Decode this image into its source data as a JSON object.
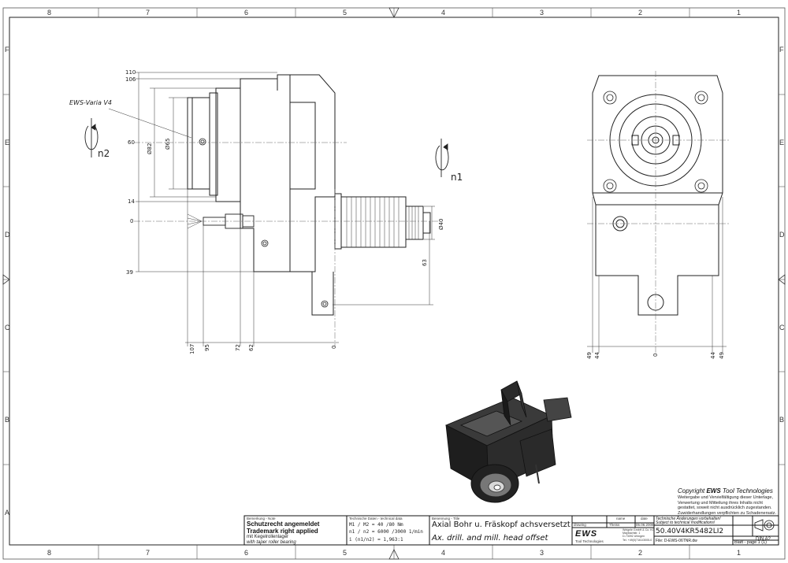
{
  "sheet": {
    "zone_columns": [
      "8",
      "7",
      "6",
      "5",
      "4",
      "3",
      "2",
      "1"
    ],
    "zone_rows": [
      "F",
      "E",
      "D",
      "C",
      "B",
      "A"
    ]
  },
  "drawing": {
    "callout_label": "EWS-Varia V4",
    "rotation_labels": {
      "n1": "n1",
      "n2": "n2"
    },
    "side_view_dims_left": [
      "110",
      "106",
      "60",
      "14",
      "0",
      "39"
    ],
    "side_view_dims_diam": [
      "Ø82",
      "Ø65",
      "Ø40"
    ],
    "side_view_dim_63": "63",
    "side_view_dims_bottom": [
      "107",
      "95",
      "72",
      "62",
      "0"
    ],
    "front_view_dims_bottom": [
      "49",
      "44",
      "0",
      "44",
      "49"
    ]
  },
  "copyright": {
    "title_prefix": "Copyright ",
    "title_brand": "EWS",
    "title_suffix": " Tool Technologies",
    "lines": [
      "Weitergabe und Vervielfältigung dieser Unterlage,",
      "Verwertung und Mitteilung ihres Inhalts nicht",
      "gestattet, soweit nicht ausdrücklich zugestanden.",
      "Zuwiderhandlungen verpflichten zu Schadenersatz."
    ]
  },
  "title_block": {
    "note_header": "Bemerkung - Note",
    "note_line1": "Schutzrecht angemeldet",
    "note_line2": "Trademark right applied",
    "note_line3": "mit Kegelrollenlager",
    "note_line4": "with taper roller bearing",
    "tech_header": "Technische Daten - technical data",
    "tech_line1": "M1 / M2 = 40  /80  Nm",
    "tech_line2": "n1 / n2  = 6000 /3000   1/min",
    "tech_line3": "i  (n1/n2)  = 1,963:1",
    "desc_header": "Benennung - Title",
    "desc_de": "Axial Bohr u. Fräskopf achsversetzt",
    "desc_en": "Ax. drill. and mill. head offset",
    "col_name": "name",
    "col_date": "date",
    "row_label": "drawing",
    "drawn_by": "Theiss",
    "drawn_date": "05.06.2008",
    "notice_de": "Technische Änderungen vorbehalten!",
    "notice_en": "Subject to technical modifications!",
    "logo": "EWS",
    "logo_sub": "Tool Technologies",
    "address_lines": [
      "Weigele GmbH & Co. KG",
      "Maybachstr. 1",
      "D-73092 Uhingen",
      "Tel. +49(0)7161/3005-0"
    ],
    "part_number": "50.40V4KR5482LI2",
    "file": "File: D-EWS-06TNR.dw",
    "format": "DIN A2",
    "sheet": "Blatt - page  1 (1)"
  }
}
